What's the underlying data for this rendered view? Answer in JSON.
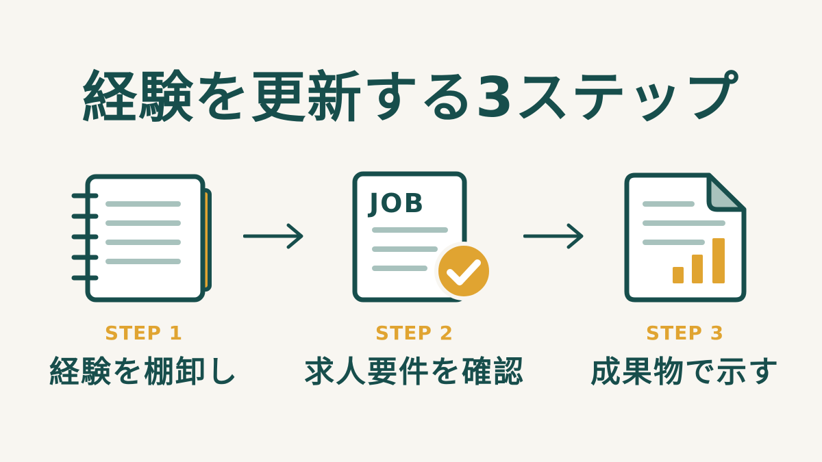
{
  "title": "経験を更新する3ステップ",
  "steps": [
    {
      "label": "STEP 1",
      "description": "経験を棚卸し",
      "icon": "notebook-icon"
    },
    {
      "label": "STEP 2",
      "description": "求人要件を確認",
      "icon": "job-document-check-icon",
      "icon_text": "JOB"
    },
    {
      "label": "STEP 3",
      "description": "成果物で示す",
      "icon": "document-chart-icon"
    }
  ],
  "colors": {
    "primary": "#174e4c",
    "accent": "#e0a431",
    "line": "#a8c2bd",
    "background": "#f8f6f1"
  }
}
